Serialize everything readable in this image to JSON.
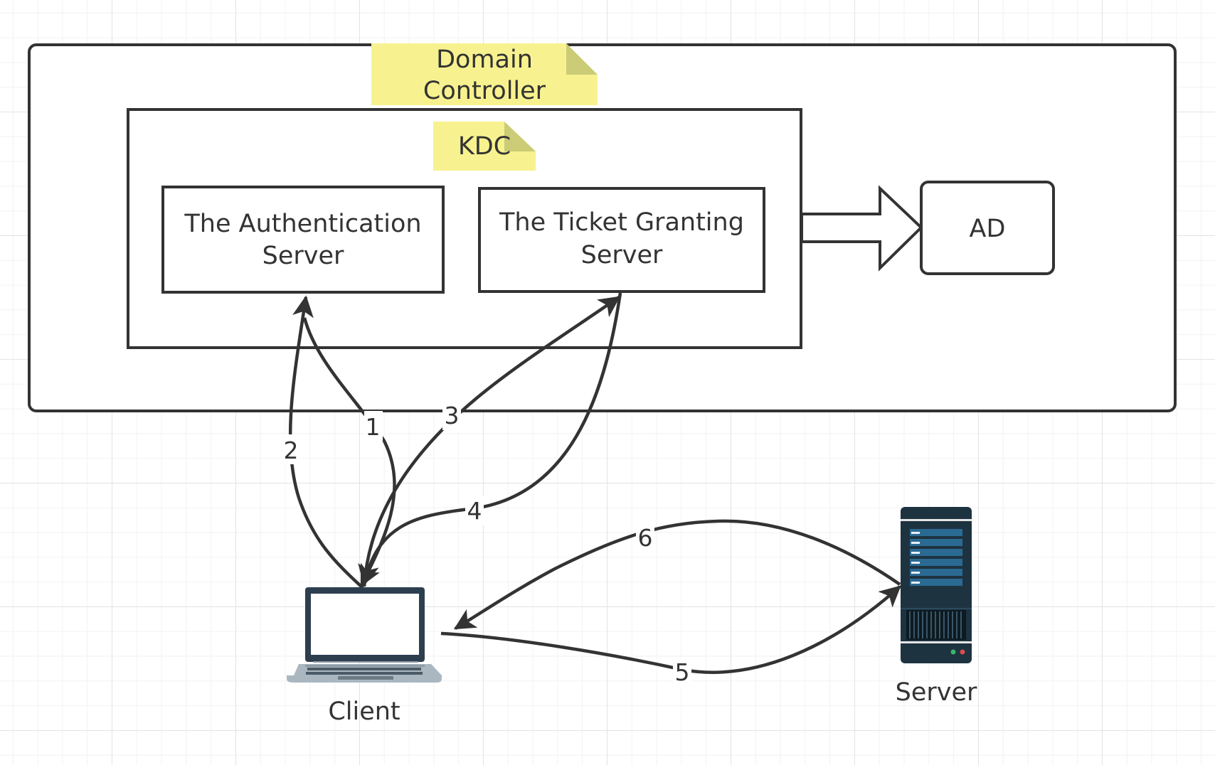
{
  "domain_controller": {
    "label_line1": "Domain",
    "label_line2": "Controller"
  },
  "kdc": {
    "label": "KDC"
  },
  "authentication_server": {
    "label_line1": "The Authentication",
    "label_line2": "Server"
  },
  "ticket_granting_server": {
    "label_line1": "The Ticket Granting",
    "label_line2": "Server"
  },
  "ad": {
    "label": "AD"
  },
  "client": {
    "label": "Client"
  },
  "server": {
    "label": "Server"
  },
  "steps": {
    "s1": "1",
    "s2": "2",
    "s3": "3",
    "s4": "4",
    "s5": "5",
    "s6": "6"
  },
  "colors": {
    "stroke": "#333333",
    "note_fill": "#f7f28f",
    "note_fold": "#cccc77",
    "server_dark": "#1e3340",
    "server_blue": "#2b6a93",
    "laptop_frame": "#2d3e4f",
    "laptop_base": "#aab7c0"
  }
}
